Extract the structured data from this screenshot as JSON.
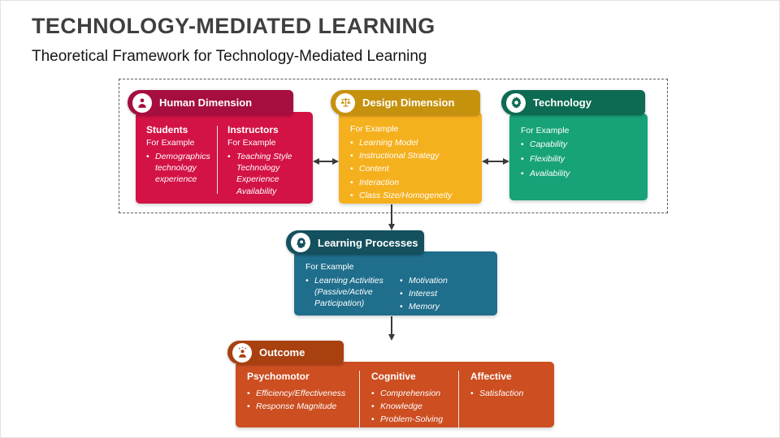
{
  "page": {
    "title": "TECHNOLOGY-MEDIATED LEARNING",
    "subtitle": "Theoretical Framework for Technology-Mediated Learning"
  },
  "human": {
    "title": "Human Dimension",
    "students": {
      "heading": "Students",
      "for_example": "For Example",
      "bullet": "Demographics technology experience"
    },
    "instructors": {
      "heading": "Instructors",
      "for_example": "For Example",
      "bullet": "Teaching Style Technology Experience Availability"
    }
  },
  "design": {
    "title": "Design Dimension",
    "for_example": "For Example",
    "bullets": [
      "Learning Model",
      "Instructional Strategy",
      "Content",
      "Interaction",
      "Class Size/Homogeneity"
    ]
  },
  "technology": {
    "title": "Technology",
    "for_example": "For Example",
    "bullets": [
      "Capability",
      "Flexibility",
      "Availability"
    ]
  },
  "learning": {
    "title": "Learning Processes",
    "for_example": "For Example",
    "left_bullets": [
      "Learning Activities (Passive/Active Participation)"
    ],
    "right_bullets": [
      "Motivation",
      "Interest",
      "Memory"
    ]
  },
  "outcome": {
    "title": "Outcome",
    "columns": [
      {
        "heading": "Psychomotor",
        "bullets": [
          "Efficiency/Effectiveness",
          "Response Magnitude"
        ]
      },
      {
        "heading": "Cognitive",
        "bullets": [
          "Comprehension",
          "Knowledge",
          "Problem-Solving"
        ]
      },
      {
        "heading": "Affective",
        "bullets": [
          "Satisfaction"
        ]
      }
    ]
  },
  "icons": {
    "human": "person-icon",
    "design": "scales-icon",
    "technology": "gear-icon",
    "learning": "head-gear-icon",
    "outcome": "person-achievement-icon"
  },
  "colors": {
    "human_header": "#A50E3E",
    "human_body": "#D31245",
    "design_header": "#C6920E",
    "design_body": "#F5B01E",
    "technology_header": "#0C6B52",
    "technology_body": "#17A278",
    "learning_header": "#14505E",
    "learning_body": "#1F6E8C",
    "outcome_header": "#A8400F",
    "outcome_body": "#CC4E21",
    "arrow": "#3a3a3a",
    "title_text": "#3f3f3f"
  }
}
